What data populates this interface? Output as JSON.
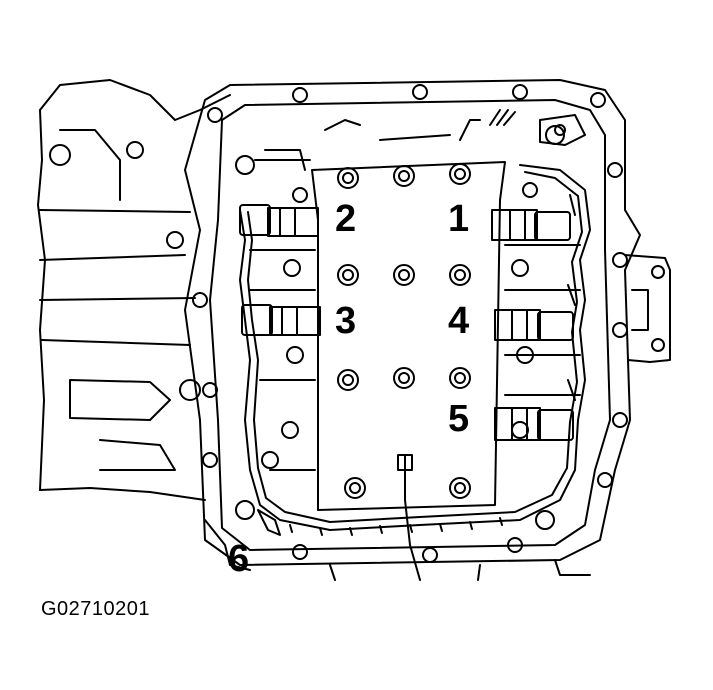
{
  "figure_id": "G02710201",
  "callouts": {
    "c1": "1",
    "c2": "2",
    "c3": "3",
    "c4": "4",
    "c5": "5",
    "c6": "6"
  },
  "colors": {
    "line": "#000000",
    "background": "#ffffff"
  }
}
